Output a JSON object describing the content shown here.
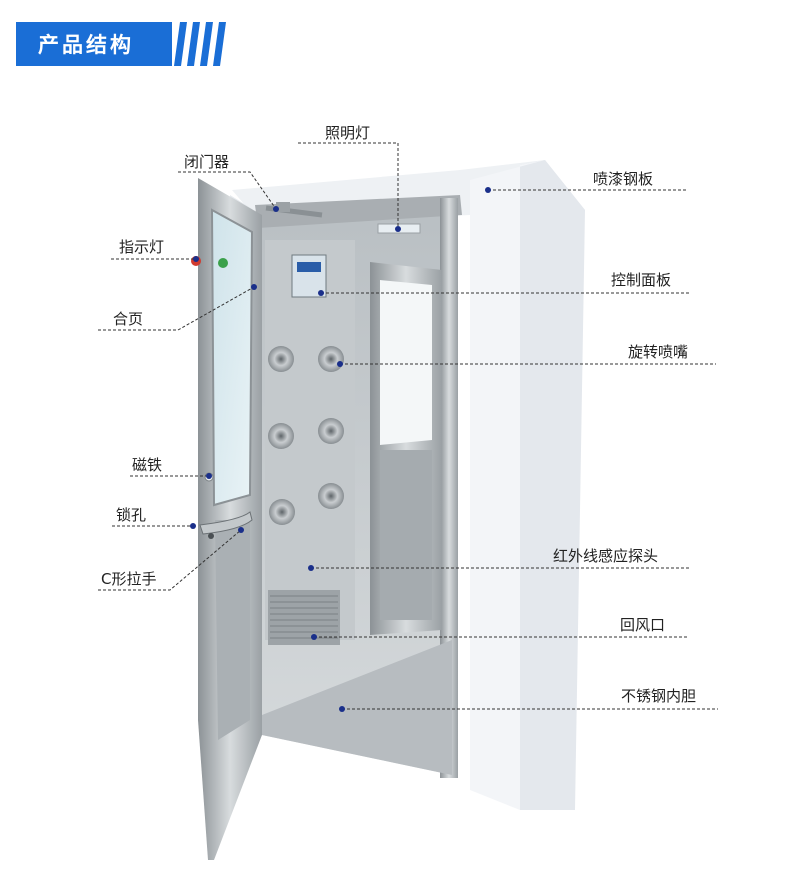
{
  "header": {
    "title": "产品结构"
  },
  "colors": {
    "accent": "#1a6ed6",
    "dot": "#1a2f8a",
    "line": "#333333"
  },
  "labels": {
    "lighting": "照明灯",
    "door_closer": "闭门器",
    "paint_panel": "喷漆钢板",
    "indicator": "指示灯",
    "control_panel": "控制面板",
    "hinge": "合页",
    "nozzle": "旋转喷嘴",
    "magnet": "磁铁",
    "lock_hole": "锁孔",
    "ir_sensor": "红外线感应探头",
    "c_handle": "C形拉手",
    "return_vent": "回风口",
    "liner": "不锈钢内胆"
  }
}
